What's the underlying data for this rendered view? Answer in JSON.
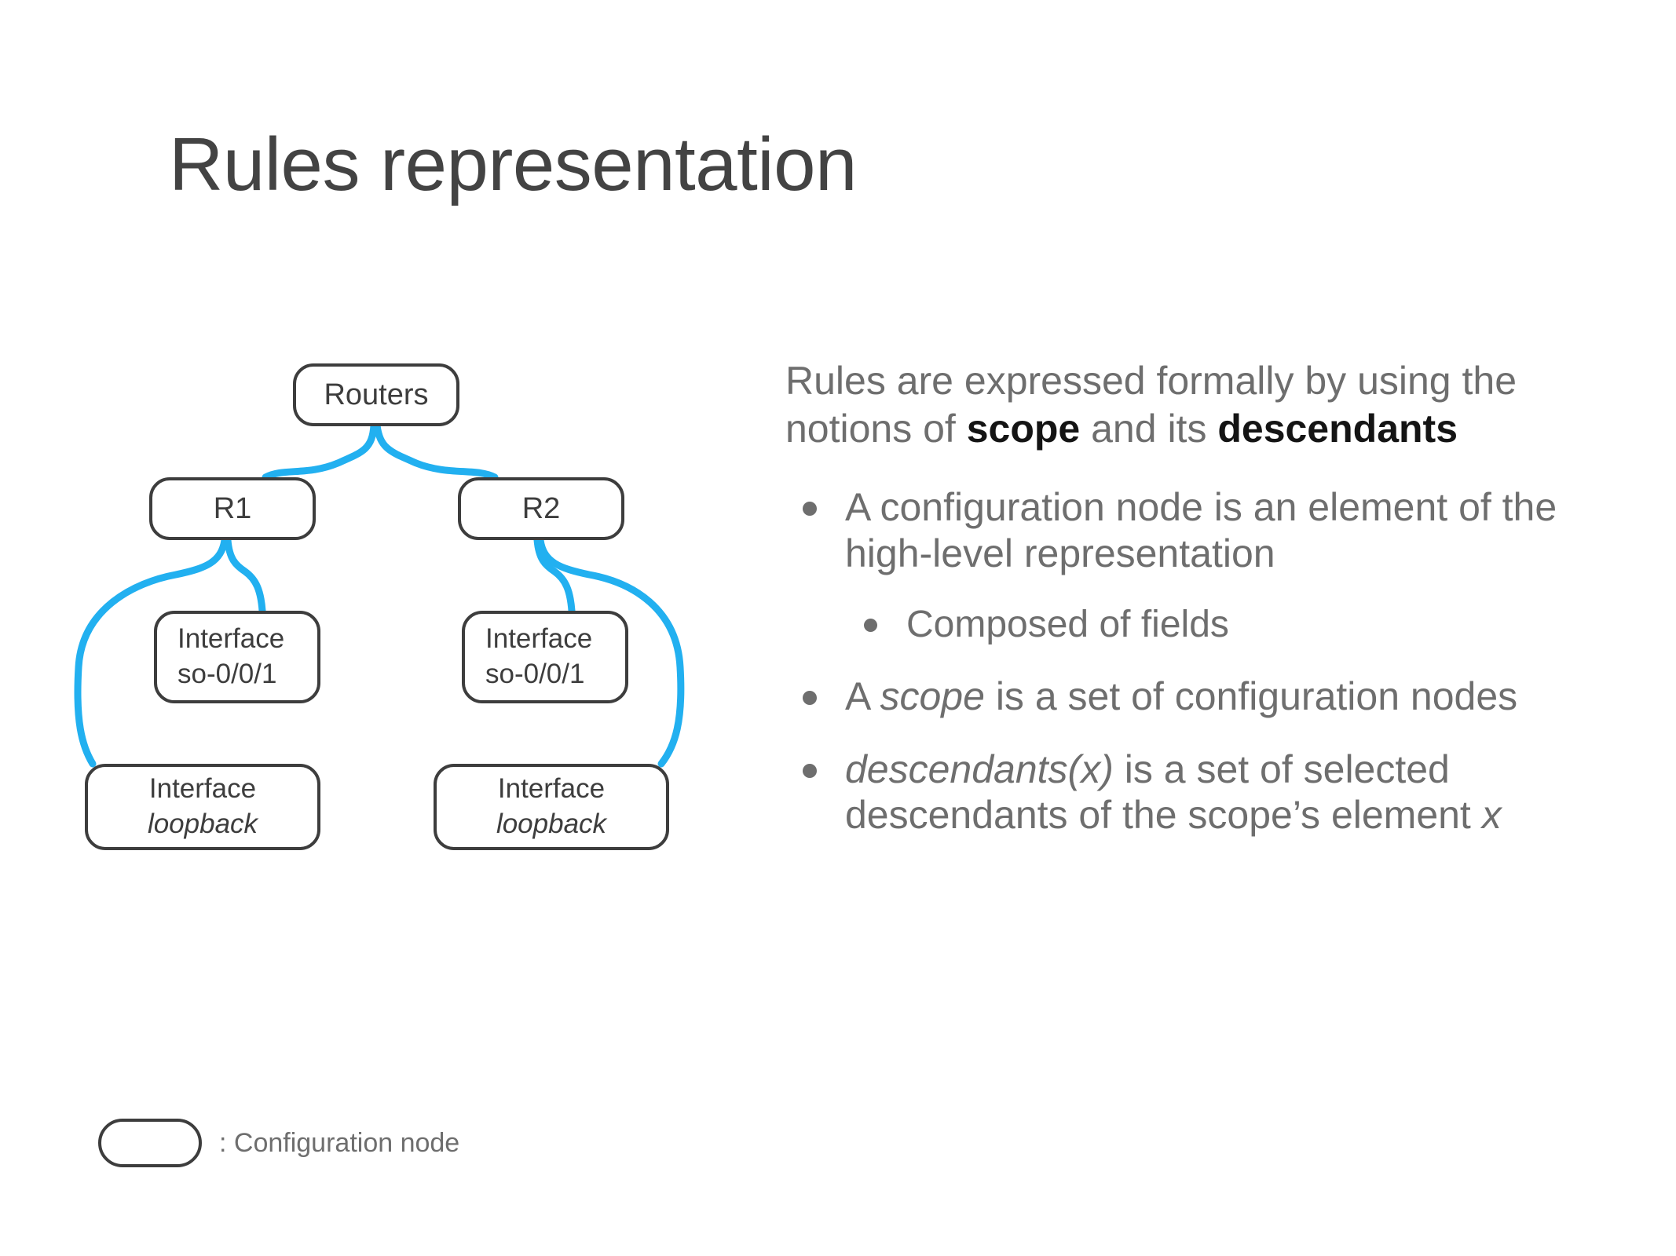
{
  "slide": {
    "title": "Rules representation"
  },
  "diagram": {
    "edge_color": "#22B0F0",
    "node_border_color": "#3d3d3d",
    "nodes": [
      {
        "id": "routers",
        "label": "Routers"
      },
      {
        "id": "r1",
        "label": "R1"
      },
      {
        "id": "r2",
        "label": "R2"
      },
      {
        "id": "if1",
        "line1": "Interface",
        "line2": "so-0/0/1"
      },
      {
        "id": "if2",
        "line1": "Interface",
        "line2": "so-0/0/1"
      },
      {
        "id": "lb1",
        "line1": "Interface",
        "line2": "loopback"
      },
      {
        "id": "lb2",
        "line1": "Interface",
        "line2": "loopback"
      }
    ],
    "legend": {
      "label": ": Configuration node"
    }
  },
  "content": {
    "lead": {
      "part1": "Rules are expressed formally by using the notions of ",
      "bold1": "scope",
      "part2": " and its ",
      "bold2": "descendants"
    },
    "bullets": [
      {
        "level": 1,
        "text": "A configuration node is an element of the high-level representation"
      },
      {
        "level": 2,
        "text": "Composed of fields"
      },
      {
        "level": 1,
        "pre": "A ",
        "italic": "scope",
        "post": " is a set of configuration nodes"
      },
      {
        "level": 1,
        "pre": "",
        "italic": "descendants(x)",
        "post": " is a set of selected descendants of the scope’s element ",
        "italic2": "x"
      }
    ]
  }
}
